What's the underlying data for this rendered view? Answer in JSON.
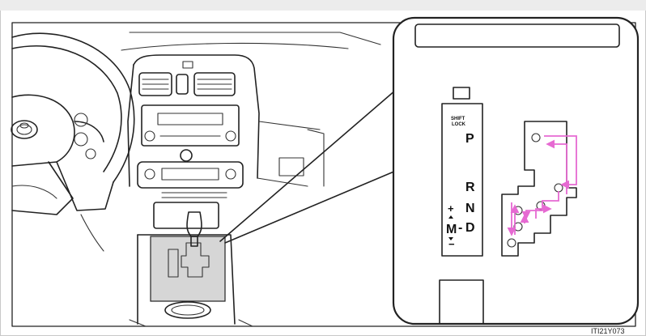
{
  "figure_code": "ITI21Y073",
  "gate_labels": {
    "shift_lock_line1": "SHIFT",
    "shift_lock_line2": "LOCK",
    "park": "P",
    "reverse": "R",
    "neutral": "N",
    "manual": "M",
    "dash": "-",
    "drive": "D",
    "plus": "+",
    "minus": "−"
  },
  "colors": {
    "line": "#222222",
    "console_shade": "#c8c8c8",
    "arrow": "#e66ad2",
    "frame_band": "#ececec"
  },
  "icons": [
    "toyota-logo-icon",
    "shift-arrow-icon"
  ]
}
